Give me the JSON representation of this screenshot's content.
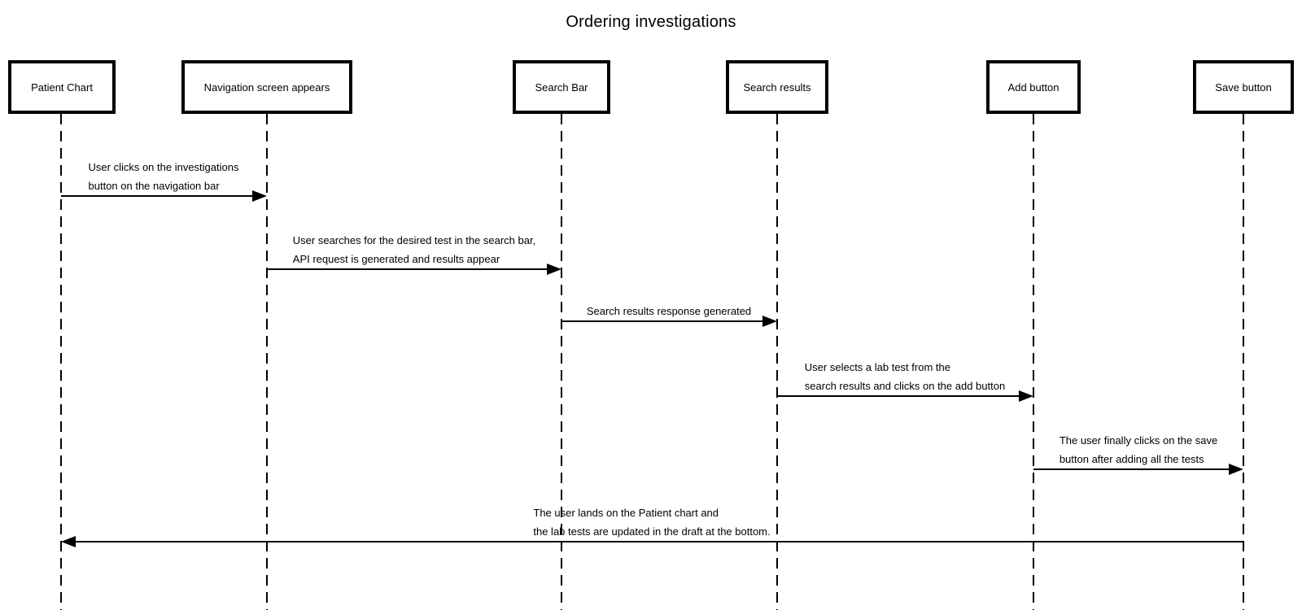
{
  "diagram": {
    "title": "Ordering investigations",
    "colors": {
      "background": "#ffffff",
      "stroke": "#000000",
      "text": "#000000"
    },
    "actors": [
      {
        "label": "Patient Chart"
      },
      {
        "label": "Navigation screen appears"
      },
      {
        "label": "Search Bar"
      },
      {
        "label": "Search results"
      },
      {
        "label": "Add button"
      },
      {
        "label": "Save button"
      }
    ],
    "messages": [
      {
        "from": "Patient Chart",
        "to": "Navigation screen appears",
        "direction": "right",
        "lines": [
          "User clicks on the investigations",
          "button on the navigation bar"
        ]
      },
      {
        "from": "Navigation screen appears",
        "to": "Search Bar",
        "direction": "right",
        "lines": [
          "User searches for the desired test in the search bar,",
          "API request is generated and results appear"
        ]
      },
      {
        "from": "Search Bar",
        "to": "Search results",
        "direction": "right",
        "lines": [
          "Search results response generated"
        ]
      },
      {
        "from": "Search results",
        "to": "Add button",
        "direction": "right",
        "lines": [
          "User selects a lab test from the",
          "search results and clicks on the add button"
        ]
      },
      {
        "from": "Add button",
        "to": "Save button",
        "direction": "right",
        "lines": [
          "The user finally clicks on the save",
          "button after adding all the tests"
        ]
      },
      {
        "from": "Save button",
        "to": "Patient Chart",
        "direction": "left",
        "lines": [
          "The user lands on the Patient chart and",
          "the lab tests are updated in the draft at the bottom."
        ]
      }
    ]
  }
}
